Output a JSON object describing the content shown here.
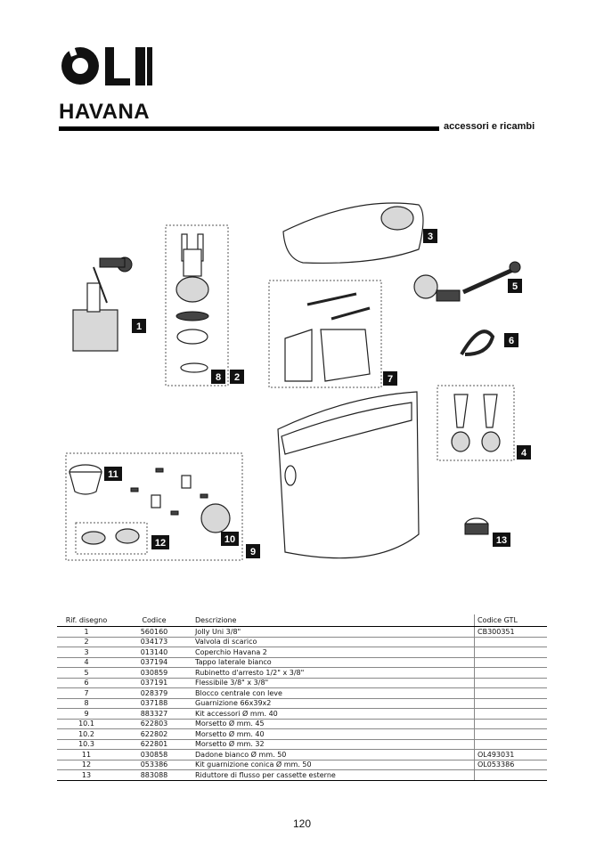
{
  "brand": {
    "logo_text": "OLI",
    "product": "HAVANA",
    "section": "accessori e ricambi"
  },
  "diagram": {
    "labels": [
      "1",
      "2",
      "3",
      "4",
      "5",
      "6",
      "7",
      "8",
      "9",
      "10",
      "11",
      "12",
      "13"
    ]
  },
  "table": {
    "headers": {
      "rif": "Rif. disegno",
      "codice": "Codice",
      "descrizione": "Descrizione",
      "gtl": "Codice GTL"
    },
    "rows": [
      {
        "rif": "1",
        "codice": "560160",
        "descrizione": "Jolly Uni 3/8\"",
        "gtl": "CB300351"
      },
      {
        "rif": "2",
        "codice": "034173",
        "descrizione": "Valvola di scarico",
        "gtl": ""
      },
      {
        "rif": "3",
        "codice": "013140",
        "descrizione": "Coperchio Havana 2",
        "gtl": ""
      },
      {
        "rif": "4",
        "codice": "037194",
        "descrizione": "Tappo laterale bianco",
        "gtl": ""
      },
      {
        "rif": "5",
        "codice": "030859",
        "descrizione": "Rubinetto d'arresto 1/2\" x 3/8\"",
        "gtl": ""
      },
      {
        "rif": "6",
        "codice": "037191",
        "descrizione": "Flessibile 3/8\" x 3/8\"",
        "gtl": ""
      },
      {
        "rif": "7",
        "codice": "028379",
        "descrizione": "Blocco centrale con leve",
        "gtl": ""
      },
      {
        "rif": "8",
        "codice": "037188",
        "descrizione": "Guarnizione 66x39x2",
        "gtl": ""
      },
      {
        "rif": "9",
        "codice": "883327",
        "descrizione": "Kit accessori Ø mm. 40",
        "gtl": ""
      },
      {
        "rif": "10.1",
        "codice": "622803",
        "descrizione": "Morsetto Ø mm. 45",
        "gtl": ""
      },
      {
        "rif": "10.2",
        "codice": "622802",
        "descrizione": "Morsetto Ø mm. 40",
        "gtl": ""
      },
      {
        "rif": "10.3",
        "codice": "622801",
        "descrizione": "Morsetto Ø mm. 32",
        "gtl": ""
      },
      {
        "rif": "11",
        "codice": "030858",
        "descrizione": "Dadone bianco Ø mm. 50",
        "gtl": "OL493031"
      },
      {
        "rif": "12",
        "codice": "053386",
        "descrizione": "Kit guarnizione conica Ø mm. 50",
        "gtl": "OL053386"
      },
      {
        "rif": "13",
        "codice": "883088",
        "descrizione": "Riduttore di flusso per cassette esterne",
        "gtl": ""
      }
    ]
  },
  "page_number": "120"
}
